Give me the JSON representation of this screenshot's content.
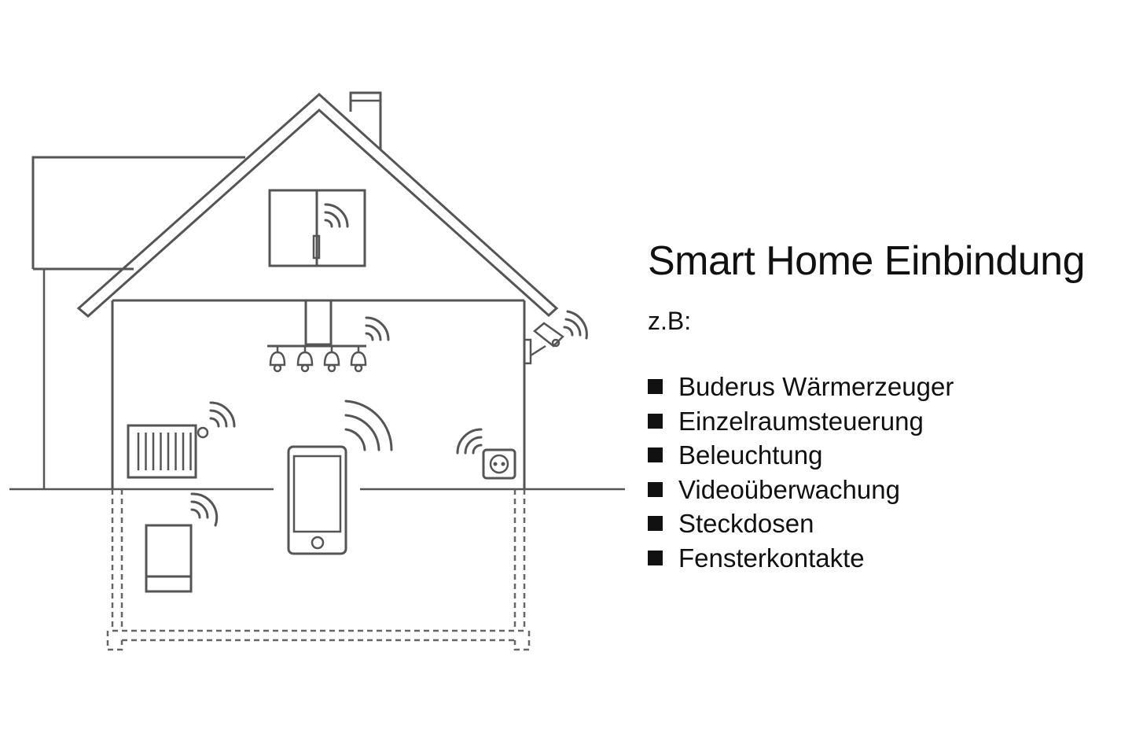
{
  "heading": "Smart Home Einbindung",
  "example_label": "z.B:",
  "features": [
    "Buderus Wärmerzeuger",
    "Einzelraumsteuerung",
    "Beleuchtung",
    "Videoüberwachung",
    "Steckdosen",
    "Fensterkontakte"
  ],
  "colors": {
    "line": "#555555",
    "text": "#111111",
    "background": "#ffffff"
  },
  "icons": [
    "window-contact-icon",
    "ceiling-lamp-icon",
    "security-camera-icon",
    "radiator-thermostat-icon",
    "smartphone-icon",
    "smart-plug-icon",
    "heat-generator-icon",
    "wireless-signal-icon"
  ]
}
